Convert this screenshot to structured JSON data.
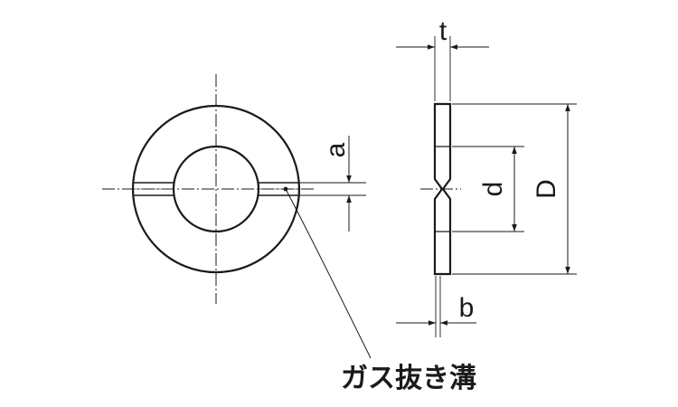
{
  "labels": {
    "thickness": "t",
    "slot_offset": "a",
    "inner_diameter": "d",
    "outer_diameter": "D",
    "slot_width": "b"
  },
  "callout": {
    "text": "ガス抜き溝"
  }
}
